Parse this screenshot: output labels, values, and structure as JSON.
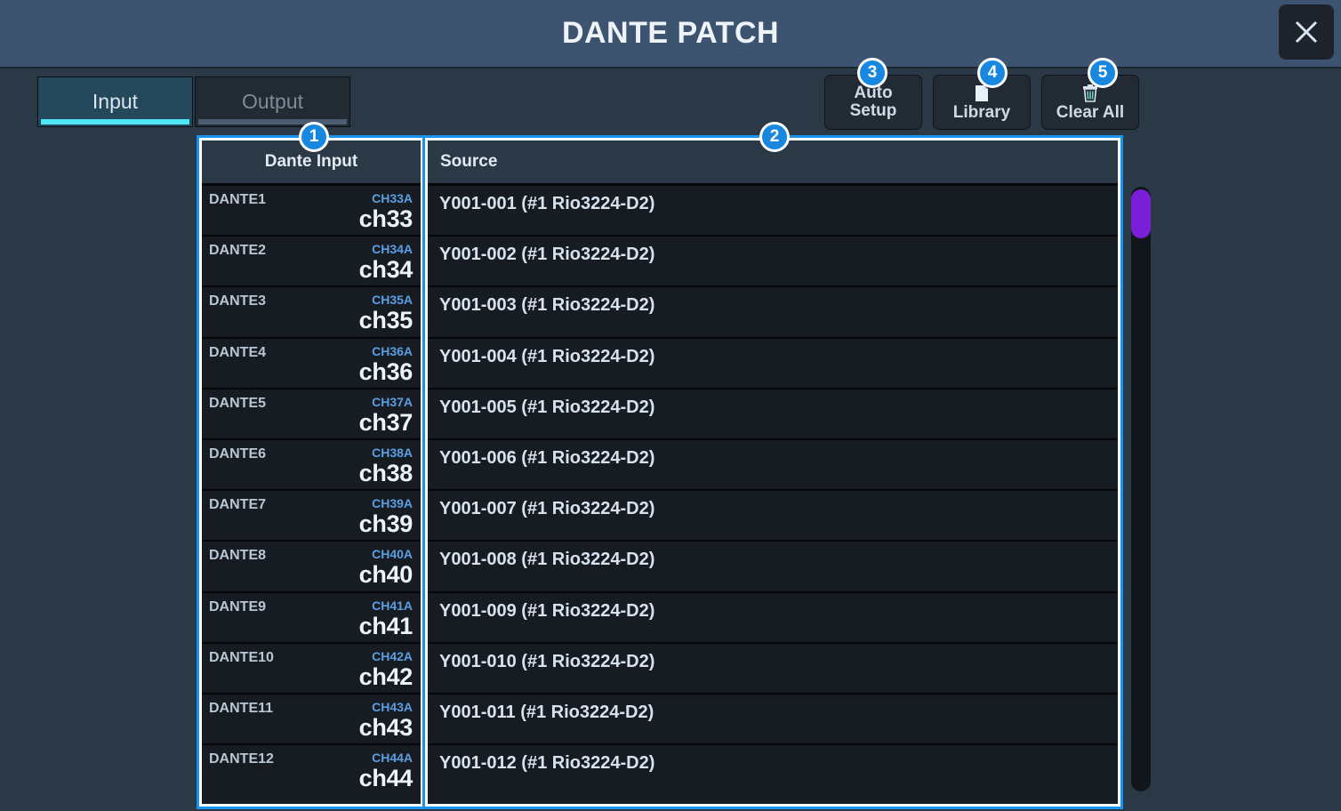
{
  "window": {
    "title": "DANTE PATCH",
    "close_icon": "close-icon"
  },
  "tabs": [
    {
      "label": "Input",
      "active": true
    },
    {
      "label": "Output",
      "active": false
    }
  ],
  "actions": [
    {
      "label_line1": "Auto",
      "label_line2": "Setup",
      "icon": "",
      "badge": "3"
    },
    {
      "label_line1": "",
      "label_line2": "Library",
      "icon": "library-page-icon",
      "badge": "4"
    },
    {
      "label_line1": "",
      "label_line2": "Clear All",
      "icon": "trash-icon",
      "badge": "5"
    }
  ],
  "panels": {
    "dante_input": {
      "header": "Dante Input",
      "badge": "1"
    },
    "source": {
      "header": "Source",
      "badge": "2"
    }
  },
  "rows": [
    {
      "dante": "DANTE1",
      "ch_sub": "CH33A",
      "ch_main": "ch33",
      "source": "Y001-001 (#1 Rio3224-D2)"
    },
    {
      "dante": "DANTE2",
      "ch_sub": "CH34A",
      "ch_main": "ch34",
      "source": "Y001-002 (#1 Rio3224-D2)"
    },
    {
      "dante": "DANTE3",
      "ch_sub": "CH35A",
      "ch_main": "ch35",
      "source": "Y001-003 (#1 Rio3224-D2)"
    },
    {
      "dante": "DANTE4",
      "ch_sub": "CH36A",
      "ch_main": "ch36",
      "source": "Y001-004 (#1 Rio3224-D2)"
    },
    {
      "dante": "DANTE5",
      "ch_sub": "CH37A",
      "ch_main": "ch37",
      "source": "Y001-005 (#1 Rio3224-D2)"
    },
    {
      "dante": "DANTE6",
      "ch_sub": "CH38A",
      "ch_main": "ch38",
      "source": "Y001-006 (#1 Rio3224-D2)"
    },
    {
      "dante": "DANTE7",
      "ch_sub": "CH39A",
      "ch_main": "ch39",
      "source": "Y001-007 (#1 Rio3224-D2)"
    },
    {
      "dante": "DANTE8",
      "ch_sub": "CH40A",
      "ch_main": "ch40",
      "source": "Y001-008 (#1 Rio3224-D2)"
    },
    {
      "dante": "DANTE9",
      "ch_sub": "CH41A",
      "ch_main": "ch41",
      "source": "Y001-009 (#1 Rio3224-D2)"
    },
    {
      "dante": "DANTE10",
      "ch_sub": "CH42A",
      "ch_main": "ch42",
      "source": "Y001-010 (#1 Rio3224-D2)"
    },
    {
      "dante": "DANTE11",
      "ch_sub": "CH43A",
      "ch_main": "ch43",
      "source": "Y001-011 (#1 Rio3224-D2)"
    },
    {
      "dante": "DANTE12",
      "ch_sub": "CH44A",
      "ch_main": "ch44",
      "source": "Y001-012 (#1 Rio3224-D2)"
    }
  ],
  "scrollbar": {
    "name": "vertical-scrollbar",
    "thumb_position_percent": 0
  },
  "colors": {
    "header_bar": "#3c5470",
    "body": "#2b3845",
    "list_row": "#161c21",
    "accent_cyan": "#4fe6f5",
    "accent_blue": "#1a93ef",
    "badge_blue": "#1787e0",
    "scroll_thumb": "#7b1ed8",
    "tab_active": "#24485c"
  }
}
